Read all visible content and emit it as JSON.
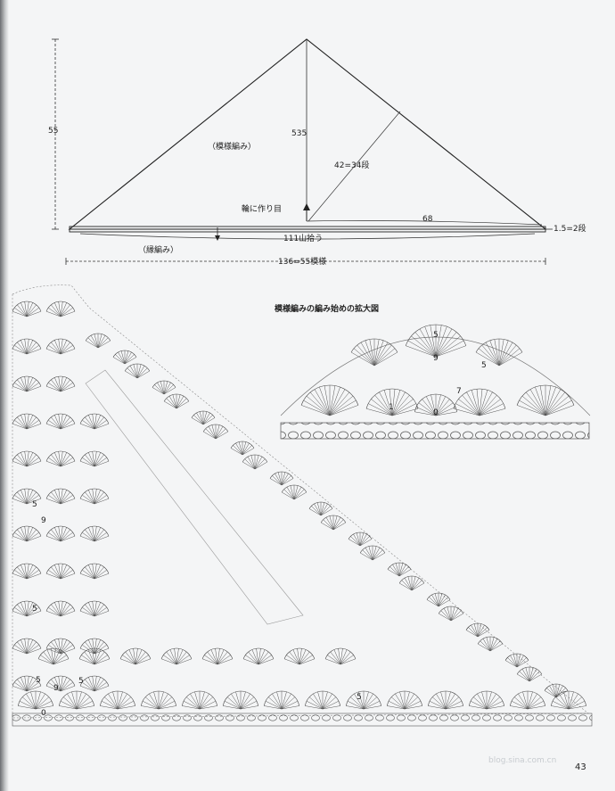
{
  "schematic": {
    "height_label": "55",
    "center_label": "535",
    "pattern_label": "（模様編み）",
    "diagonal_label": "42=34段",
    "ring_label": "輪に作り目",
    "half_width_label": "68",
    "edge_label": "1.5=2段",
    "pickup_label": "111山拾う",
    "border_label": "（縁編み）",
    "total_width_label": "136=55模様"
  },
  "enlarged": {
    "title": "模様編みの編み始めの拡大図",
    "numbers": [
      "5",
      "9",
      "5",
      "1",
      "7",
      "0"
    ]
  },
  "chart": {
    "numbers": [
      "5",
      "9",
      "5",
      "5",
      "9",
      "5",
      "5",
      "0"
    ]
  },
  "page_number": "43",
  "watermark": "blog.sina.com.cn"
}
